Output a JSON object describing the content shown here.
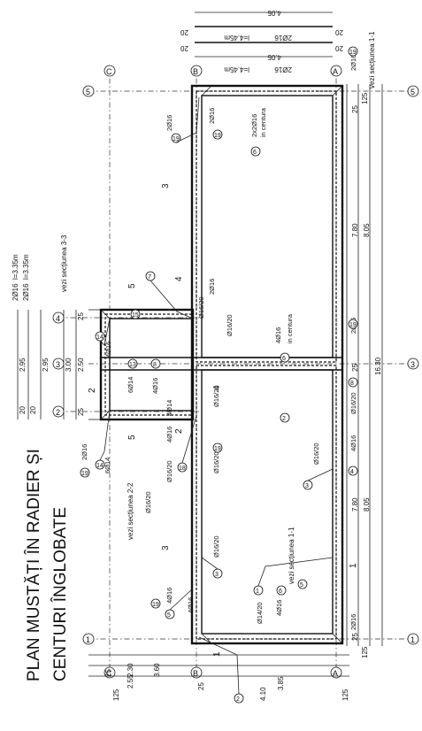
{
  "title": {
    "line1": "PLAN MUSTĂȚI ÎN RADIER ȘI",
    "line2": "CENTURI ÎNGLOBATE"
  },
  "axes_horizontal": [
    "1",
    "3",
    "5"
  ],
  "axes_vertical": [
    "A",
    "B",
    "C"
  ],
  "axes_small": [
    "2",
    "3",
    "4"
  ],
  "dims_bottom": [
    "125",
    "3.85",
    "4.10",
    "25",
    "3.60",
    "2.30",
    "2.55",
    "25",
    "125"
  ],
  "dims_right": [
    "125",
    "25",
    "7.80",
    "8.05",
    "25",
    "7.80",
    "8.05",
    "25",
    "125",
    "16.30"
  ],
  "dims_top": [
    "20",
    "2.95",
    "20",
    "2.95",
    "3.00",
    "25",
    "2.50",
    "25"
  ],
  "dims_top_right": [
    "4.05",
    "4.05",
    "20",
    "20",
    "20",
    "20"
  ],
  "bar_labels_top_right": [
    "l=4.45m",
    "2Ø16",
    "l=4.45m",
    "2Ø16"
  ],
  "bar_labels_top_left": [
    "l=3.35m",
    "2Ø16",
    "l=3.35m",
    "2Ø16"
  ],
  "section_refs": [
    "vezi secțiunea 1-1",
    "vezi secțiunea 3-3",
    "vezi secțiunea 2-2",
    "vezi secțiunea 1-1"
  ],
  "markers": [
    "1",
    "1",
    "2",
    "2",
    "3",
    "3",
    "4",
    "4",
    "5",
    "5"
  ],
  "bar_marks": [
    "2Ø16",
    "2Ø16",
    "Ø16/20",
    "Ø16/20",
    "Ø16/20",
    "4Ø16",
    "4Ø16",
    "Ø14/20",
    "4Ø16",
    "Ø16/20",
    "4Ø14",
    "6Ø14",
    "Ø16/20",
    "4Ø16",
    "6Ø14",
    "2Ø16",
    "4Ø16",
    "Ø16/20",
    "2Ø16",
    "4Ø16",
    "in centura",
    "2x2Ø16",
    "in centura",
    "2Ø16",
    "Ø16/20",
    "4Ø16",
    "Ø16/20",
    "Ø16/20",
    "2Ø16",
    "2Ø16",
    "4Ø16"
  ],
  "bar_circles": [
    "1",
    "2",
    "3",
    "4",
    "5",
    "6",
    "7",
    "8",
    "13",
    "14",
    "15",
    "16",
    "18",
    "19"
  ]
}
